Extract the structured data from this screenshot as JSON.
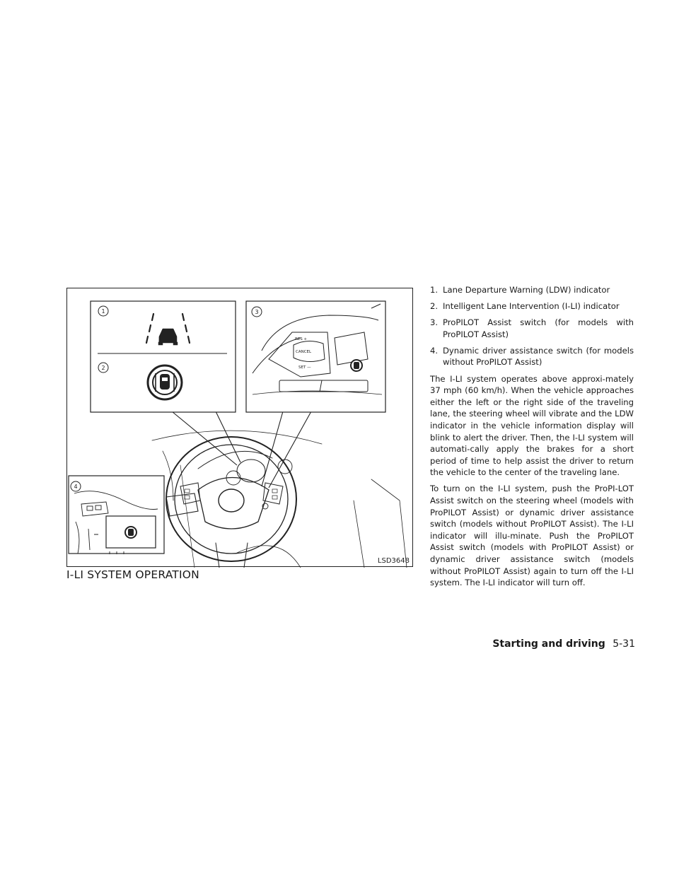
{
  "figure": {
    "code": "LSD3648",
    "callouts": [
      "1",
      "2",
      "3",
      "4"
    ],
    "switch_labels": {
      "res": "RES +",
      "cancel": "CANCEL",
      "set": "SET —"
    }
  },
  "section_heading": "I-LI SYSTEM OPERATION",
  "legend": [
    {
      "num": "1.",
      "text": "Lane Departure Warning (LDW) indicator"
    },
    {
      "num": "2.",
      "text": "Intelligent Lane Intervention (I-LI) indicator"
    },
    {
      "num": "3.",
      "text": "ProPILOT Assist switch (for models with ProPILOT Assist)"
    },
    {
      "num": "4.",
      "text": "Dynamic driver assistance switch (for models without ProPILOT Assist)"
    }
  ],
  "paragraphs": [
    "The I-LI system operates above approxi-mately 37 mph (60 km/h). When the vehicle approaches either the left or the right side of the traveling lane, the steering wheel will vibrate and the LDW indicator in the vehicle information display will blink to alert the driver. Then, the I-LI system will automati-cally apply the brakes for a short period of time to help assist the driver to return the vehicle to the center of the traveling lane.",
    "To turn on the I-LI system, push the ProPI-LOT Assist switch on the steering wheel (models with ProPILOT Assist) or dynamic driver assistance switch (models without ProPILOT Assist). The I-LI indicator will illu-minate. Push the ProPILOT Assist switch (models with ProPILOT Assist) or dynamic driver assistance switch (models without ProPILOT Assist) again to turn off the I-LI system. The I-LI indicator will turn off."
  ],
  "footer": {
    "section_title": "Starting and driving",
    "page_number": "5-31"
  }
}
